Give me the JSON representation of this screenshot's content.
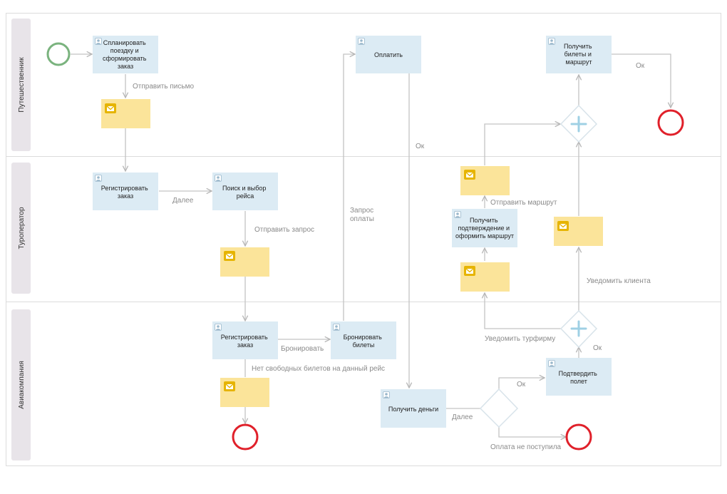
{
  "lanes": [
    {
      "id": "traveler",
      "title": "Путешественник"
    },
    {
      "id": "touroperator",
      "title": "Туроператор"
    },
    {
      "id": "airline",
      "title": "Авиакомпания"
    }
  ],
  "tasks": {
    "plan_trip": [
      "Спланировать",
      "поездку и",
      "сформировать",
      "заказ"
    ],
    "pay": [
      "Оплатить"
    ],
    "get_tickets": [
      "Получить",
      "билеты и",
      "маршрут"
    ],
    "register_order_tour": [
      "Регистрировать",
      "заказ"
    ],
    "search_flight": [
      "Поиск и выбор",
      "рейса"
    ],
    "get_confirmation": [
      "Получить",
      "подтверждение и",
      "оформить маршрут"
    ],
    "register_order_air": [
      "Регистрировать",
      "заказ"
    ],
    "book_tickets": [
      "Бронировать",
      "билеты"
    ],
    "confirm_flight": [
      "Подтвердить",
      "полет"
    ],
    "get_money": [
      "Получить деньги"
    ]
  },
  "flow_labels": {
    "send_letter": "Отправить письмо",
    "next1": "Далее",
    "send_request": "Отправить запрос",
    "payment_request": [
      "Запрос",
      "оплаты"
    ],
    "ok_pay": "Ок",
    "ok_tickets": "Ок",
    "send_route": "Отправить маршрут",
    "notify_client": "Уведомить клиента",
    "notify_agency": "Уведомить турфирму",
    "ok_gateway": "Ок",
    "book": "Бронировать",
    "no_tickets": "Нет свободных билетов на данный рейс",
    "ok_confirm": "Ок",
    "next2": "Далее",
    "not_paid": "Оплата не поступила"
  },
  "colors": {
    "task_fill": "#dcebf4",
    "message_fill": "#fbe49a",
    "envelope": "#e6b400",
    "start": "#7ab37e",
    "end": "#e0202a",
    "flow": "#c4c4c4",
    "lane_header": "#e8e4e9",
    "gateway_mark": "#9fd0e4"
  },
  "icons": [
    "user-task-icon",
    "envelope-icon",
    "parallel-gateway-plus-icon"
  ]
}
